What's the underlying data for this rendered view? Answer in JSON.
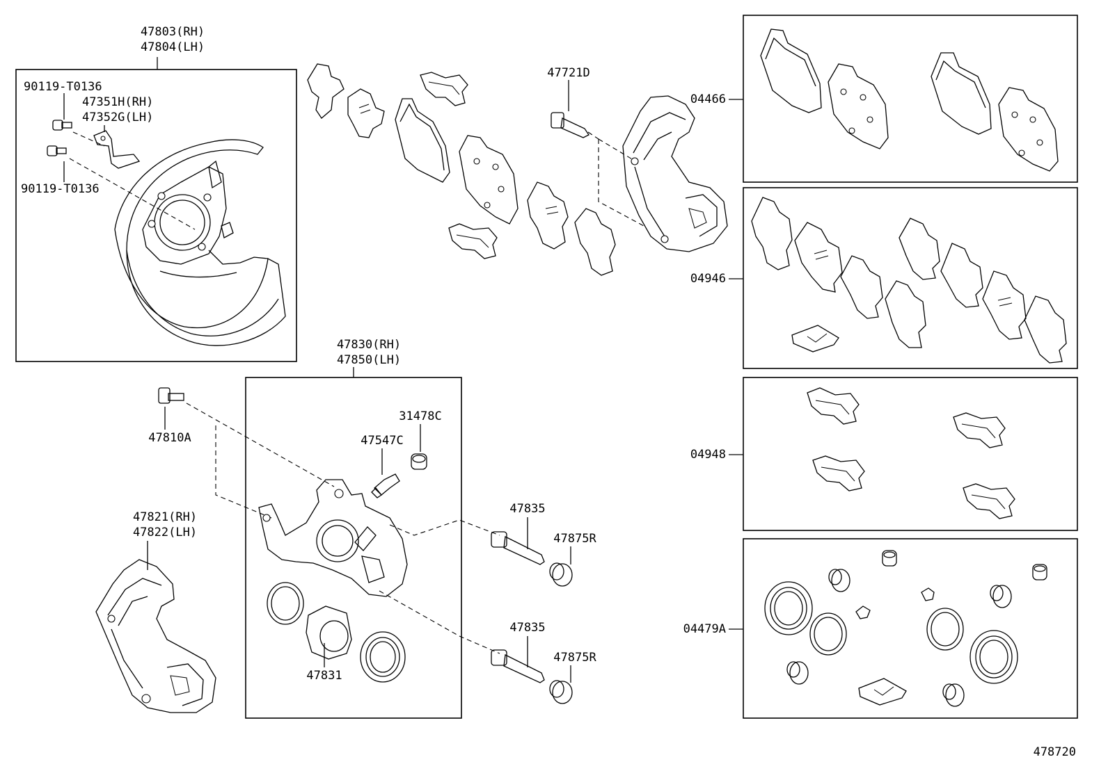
{
  "labels": {
    "rotor_cover_rh": "47803(RH)",
    "rotor_cover_lh": "47804(LH)",
    "bolt_upper": "90119-T0136",
    "bracket_rh": "47351H(RH)",
    "bracket_lh": "47352G(LH)",
    "bolt_lower": "90119-T0136",
    "caliper_bolt": "47721D",
    "pad_kit": "04466",
    "shim_kit": "04946",
    "clip_kit": "04948",
    "cylinder_kit": "04479A",
    "cylinder_rh": "47830(RH)",
    "cylinder_lh": "47850(LH)",
    "bleeder_cap": "31478C",
    "bleeder_plug": "47547C",
    "bleeder_bolt": "47810A",
    "mounting_rh": "47821(RH)",
    "mounting_lh": "47822(LH)",
    "slide_pin_upper": "47835",
    "boot_upper": "47875R",
    "slide_pin_lower": "47835",
    "boot_lower": "47875R",
    "piston": "47831",
    "diagram_id": "478720"
  }
}
